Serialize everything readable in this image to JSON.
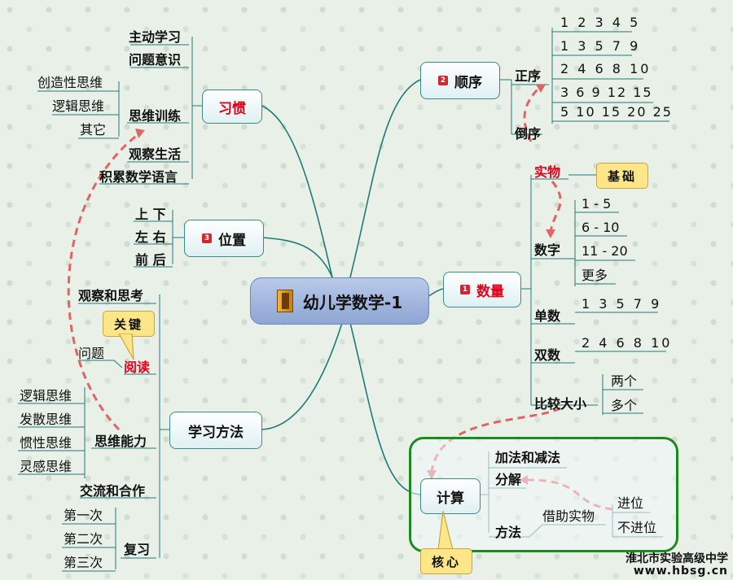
{
  "center": {
    "title": "幼儿学数学-1",
    "icon": "door-icon"
  },
  "habits": {
    "title": "习惯",
    "items": [
      "主动学习",
      "问题意识",
      "思维训练",
      "观察生活",
      "积累数学语言"
    ],
    "thinking": [
      "创造性思维",
      "逻辑思维",
      "其它"
    ]
  },
  "position": {
    "title": "位置",
    "badge": "3",
    "items": [
      "上 下",
      "左 右",
      "前 后"
    ]
  },
  "study": {
    "title": "学习方法",
    "observe": "观察和思考",
    "reading": "阅读",
    "key_callout": "关键",
    "question": "问题",
    "ability": "思维能力",
    "abilities": [
      "逻辑思维",
      "发散思维",
      "惯性思维",
      "灵感思维"
    ],
    "communicate": "交流和合作",
    "review": "复习",
    "reviews": [
      "第一次",
      "第二次",
      "第三次"
    ]
  },
  "order": {
    "title": "顺序",
    "badge": "2",
    "forward": "正序",
    "backward": "倒序",
    "sequences": [
      "1 2 3 4 5",
      "1 3 5 7 9",
      "2 4 6 8 10",
      "3 6 9 12 15",
      "5 10 15 20 25"
    ]
  },
  "quantity": {
    "title": "数量",
    "badge": "1",
    "real": "实物",
    "base_callout": "基础",
    "digit": "数字",
    "ranges": [
      "1 - 5",
      "6 - 10",
      "11 - 20",
      "更多"
    ],
    "odd": "单数",
    "odd_values": "1 3 5 7 9",
    "even": "双数",
    "even_values": "2 4 6 8 10",
    "compare": "比较大小",
    "compare_items": [
      "两个",
      "多个"
    ]
  },
  "calc": {
    "title": "计算",
    "core_callout": "核心",
    "add_sub": "加法和减法",
    "decompose": "分解",
    "method": "方法",
    "use_objects": "借助实物",
    "carry": "进位",
    "no_carry": "不进位"
  },
  "watermark": {
    "line1": "淮北市实验高级中学",
    "line2": "www.hbsg.cn"
  },
  "colors": {
    "link": "#1f7a78",
    "dashed": "#e06464",
    "core_border": "#1c8a1c",
    "callout": "#fde58a"
  }
}
